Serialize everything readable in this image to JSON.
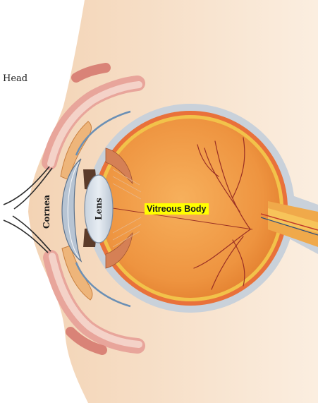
{
  "labels": {
    "head": "Head",
    "cornea": "Cornea",
    "lens": "Lens",
    "vitreous_body": "Vitreous Body"
  },
  "colors": {
    "skin": "#f6dcc2",
    "eyeball": "#f0a049",
    "retina": "#e86a2c",
    "sclera": "#cfd6de",
    "lens": "#d9e1ea",
    "highlight": "#ffff00",
    "nerve": "#f5b43c"
  }
}
